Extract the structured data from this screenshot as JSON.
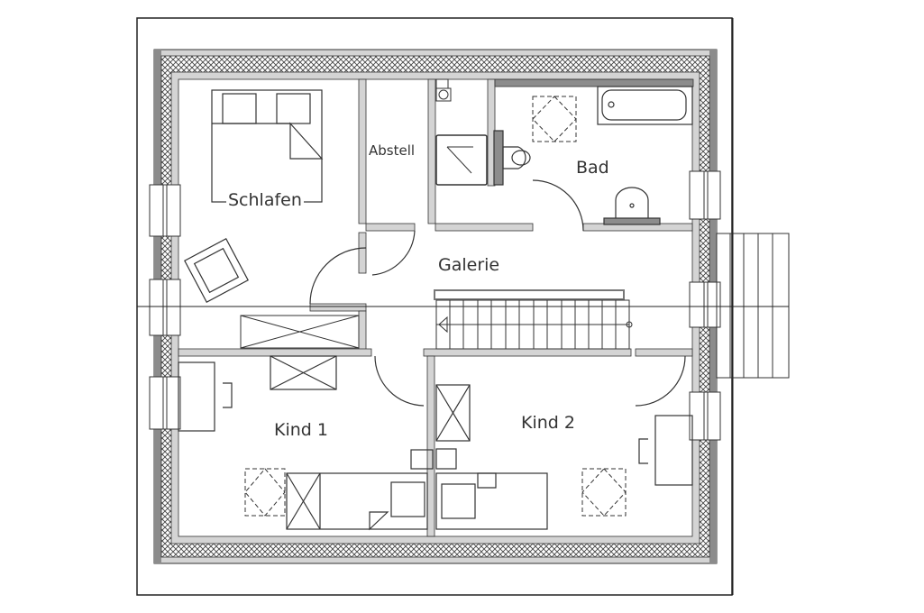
{
  "plan": {
    "type": "floor-plan",
    "level": "attic / upper floor",
    "colors": {
      "wall_fill": "#d4d4d4",
      "wall_dark": "#8c8c8c",
      "line": "#222222",
      "insulation_hatch": "#444444",
      "background": "#ffffff",
      "label": "#333333"
    }
  },
  "rooms": {
    "schlafen": "Schlafen",
    "abstell": "Abstell",
    "bad": "Bad",
    "galerie": "Galerie",
    "kind1": "Kind 1",
    "kind2": "Kind 2"
  }
}
